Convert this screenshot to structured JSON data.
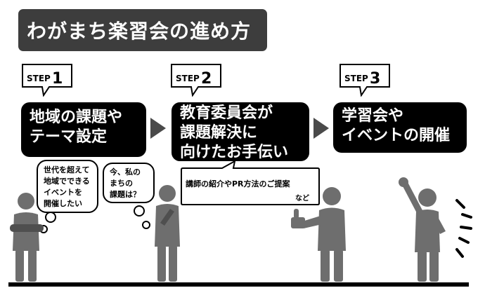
{
  "title": "わがまち楽習会の進め方",
  "steps": [
    {
      "tag_prefix": "STEP",
      "tag_number": "1",
      "lines": [
        "地域の課題や",
        "テーマ設定"
      ]
    },
    {
      "tag_prefix": "STEP",
      "tag_number": "2",
      "lines": [
        "教育委員会が",
        "課題解決に",
        "向けたお手伝い"
      ]
    },
    {
      "tag_prefix": "STEP",
      "tag_number": "3",
      "lines": [
        "学習会や",
        "イベントの開催"
      ]
    }
  ],
  "bubbles": {
    "person1_thought": {
      "lines": [
        "世代を超えて",
        "地域でできる",
        "イベントを",
        "開催したい"
      ]
    },
    "person2_thought": {
      "lines": [
        "今、私の",
        "まちの",
        "課題は？"
      ]
    },
    "support_speech": {
      "main": "講師の紹介やPR方法のご提案",
      "sub": "など"
    }
  },
  "colors": {
    "banner": "#3d3d3d",
    "box": "#000000",
    "arrow": "#4a4a4a",
    "figure": "#6e6e6e"
  }
}
